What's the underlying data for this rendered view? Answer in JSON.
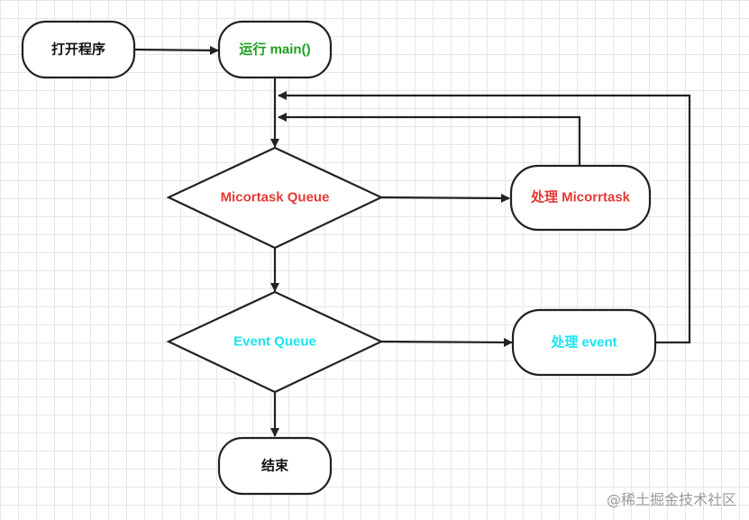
{
  "nodes": {
    "open_program": {
      "label": "打开程序"
    },
    "run_main": {
      "label": "运行 main()"
    },
    "microtask_queue": {
      "label": "Micortask Queue"
    },
    "handle_microtask": {
      "label": "处理 Micorrtask"
    },
    "event_queue": {
      "label": "Event Queue"
    },
    "handle_event": {
      "label": "处理 event"
    },
    "end": {
      "label": "结束"
    }
  },
  "watermark": "@稀土掘金技术社区",
  "colors": {
    "stroke": "#222222",
    "default_text": "#111111",
    "run_main_text": "#1e9e1e",
    "microtask_text": "#e53935",
    "event_text": "#19e3f2"
  }
}
